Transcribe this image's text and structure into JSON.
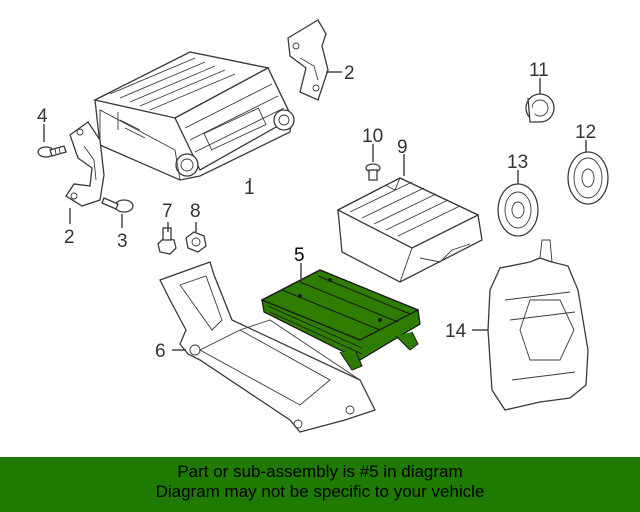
{
  "diagram": {
    "callouts": [
      "1",
      "2",
      "2",
      "3",
      "4",
      "5",
      "6",
      "7",
      "8",
      "9",
      "10",
      "11",
      "12",
      "13",
      "14"
    ],
    "highlight_part": "5",
    "highlight_color": "#2e7d00",
    "line_color": "#3a3a3a"
  },
  "banner": {
    "line1": "Part or sub-assembly is #5 in diagram",
    "line2": "Diagram may not be specific to your vehicle",
    "background": "#1e7a00"
  }
}
